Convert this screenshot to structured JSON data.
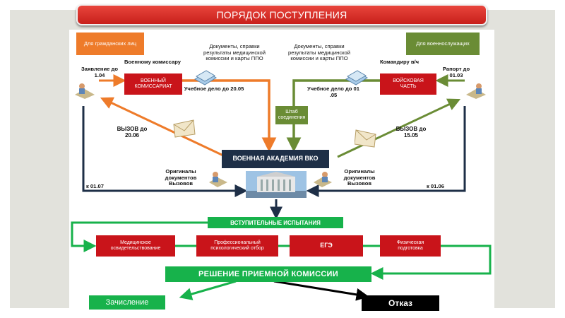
{
  "title": "ПОРЯДОК ПОСТУПЛЕНИЯ",
  "civil": {
    "label": "Для гражданских лиц",
    "application": "Заявление до 1.04",
    "to_commissar": "Военному комиссару",
    "commissariat": "ВОЕННЫЙ КОМИССАРИАТ",
    "documents": "Документы, справки результаты медицинской комиссии и карты ППО",
    "case_file": "Учебное дело до 20.05",
    "call": "ВЫЗОВ до 20.06",
    "originals": "Оригиналы документов Вызовов",
    "deadline": "к 01.07"
  },
  "military": {
    "label": "Для военнослужащих",
    "to_commander": "Командиру в/ч",
    "report": "Рапорт до 01.03",
    "unit": "ВОЙСКОВАЯ ЧАСТЬ",
    "documents": "Документы, справки результаты медицинской комиссии и карты ППО",
    "case_file": "Учебное дело до 01 .05",
    "hq": "Штаб соединения",
    "call": "ВЫЗОВ до 15.05",
    "originals": "Оригиналы документов Вызовов",
    "deadline": "к 01.06"
  },
  "academy": "ВОЕННАЯ АКАДЕМИЯ ВКО",
  "entrance_exams": "ВСТУПИТЕЛЬНЫЕ ИСПЫТАНИЯ",
  "exams": [
    "Медицинское освидетельствование",
    "Профессиональный психологический отбор",
    "ЕГЭ",
    "Физическая подготовка"
  ],
  "decision": "РЕШЕНИЕ ПРИЕМНОЙ КОМИССИИ",
  "enrollment": "Зачисление",
  "refusal": "Отказ",
  "colors": {
    "civil_arrow": "#ee7b2a",
    "military_arrow": "#6a8c35",
    "exam_box": "#c9141a",
    "flow_green": "#17b24b",
    "dark_line": "#1e2f47",
    "title_bar": "#d9312b"
  },
  "icons": [
    "person-at-desk-icon",
    "documents-stack-icon",
    "envelope-icon",
    "academy-building-icon"
  ]
}
